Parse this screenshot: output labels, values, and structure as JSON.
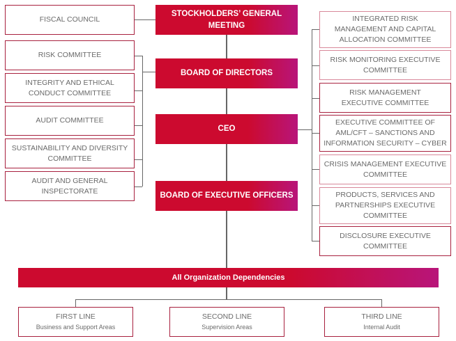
{
  "center": {
    "stockholders": "STOCKHOLDERS’ GENERAL MEETING",
    "board_directors": "BOARD OF DIRECTORS",
    "ceo": "CEO",
    "board_executive": "BOARD OF EXECUTIVE OFFICERS"
  },
  "left": {
    "fiscal_council": "FISCAL COUNCIL",
    "committees": [
      "RISK COMMITTEE",
      "INTEGRITY AND ETHICAL CONDUCT COMMITTEE",
      "AUDIT COMMITTEE",
      "SUSTAINABILITY AND DIVERSITY COMMITTEE",
      "AUDIT AND GENERAL INSPECTORATE"
    ]
  },
  "right": {
    "committees": [
      "INTEGRATED RISK MANAGEMENT AND CAPITAL ALLOCATION COMMITTEE",
      "RISK MONITORING EXECUTIVE COMMITTEE",
      "RISK MANAGEMENT EXECUTIVE COMMITTEE",
      "EXECUTIVE COMMITTEE OF AML/CFT – SANCTIONS AND INFORMATION SECURITY – CYBER",
      "CRISIS MANAGEMENT EXECUTIVE COMMITTEE",
      "PRODUCTS, SERVICES AND PARTNERSHIPS EXECUTIVE COMMITTEE",
      "DISCLOSURE EXECUTIVE COMMITTEE"
    ]
  },
  "dependencies": "All Organization Dependencies",
  "lines": [
    {
      "title": "FIRST LINE",
      "subtitle": "Business and Support Areas"
    },
    {
      "title": "SECOND LINE",
      "subtitle": "Supervision Areas"
    },
    {
      "title": "THIRD LINE",
      "subtitle": "Internal Audit"
    }
  ],
  "colors": {
    "accent": "#cc0a2f",
    "accent_end": "#b8157a",
    "border": "#a8203e"
  }
}
